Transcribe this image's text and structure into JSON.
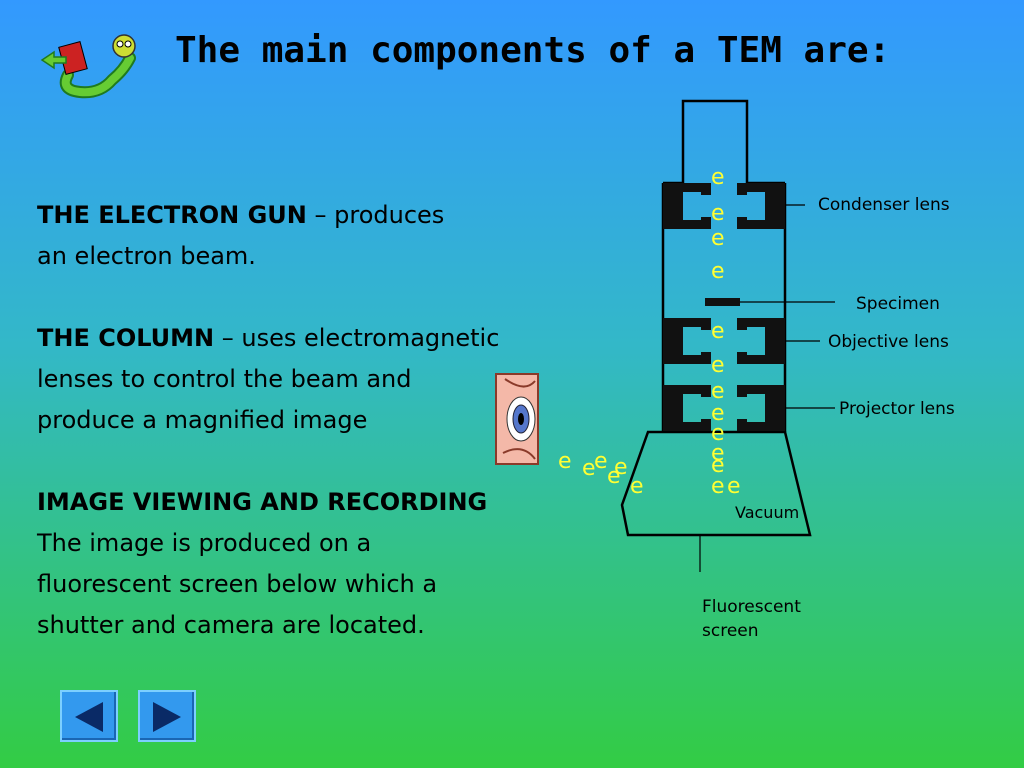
{
  "slide": {
    "title": "The main components of a TEM are:",
    "gun_heading": "THE ELECTRON GUN",
    "gun_text_1": " – produces",
    "gun_text_2": "an electron beam.",
    "column_heading": "THE COLUMN",
    "column_text_1": " – uses electromagnetic",
    "column_text_2": "lenses to control the beam and",
    "column_text_3": "produce a magnified image",
    "viewing_heading": "IMAGE VIEWING AND RECORDING",
    "viewing_text_1": "The image is produced on a",
    "viewing_text_2": "fluorescent screen below which a",
    "viewing_text_3": "shutter and camera are located."
  },
  "diagram": {
    "condenser_label": "Condenser lens",
    "specimen_label": "Specimen",
    "objective_label": "Objective lens",
    "projector_label": "Projector lens",
    "vacuum_label": "Vacuum",
    "screen_label_1": "Fluorescent",
    "screen_label_2": "screen",
    "electron_glyph": "e"
  },
  "nav": {
    "back_icon": "triangle-left-icon",
    "forward_icon": "triangle-right-icon"
  },
  "colors": {
    "electron": "#ffff33",
    "button": "#3399ee"
  }
}
